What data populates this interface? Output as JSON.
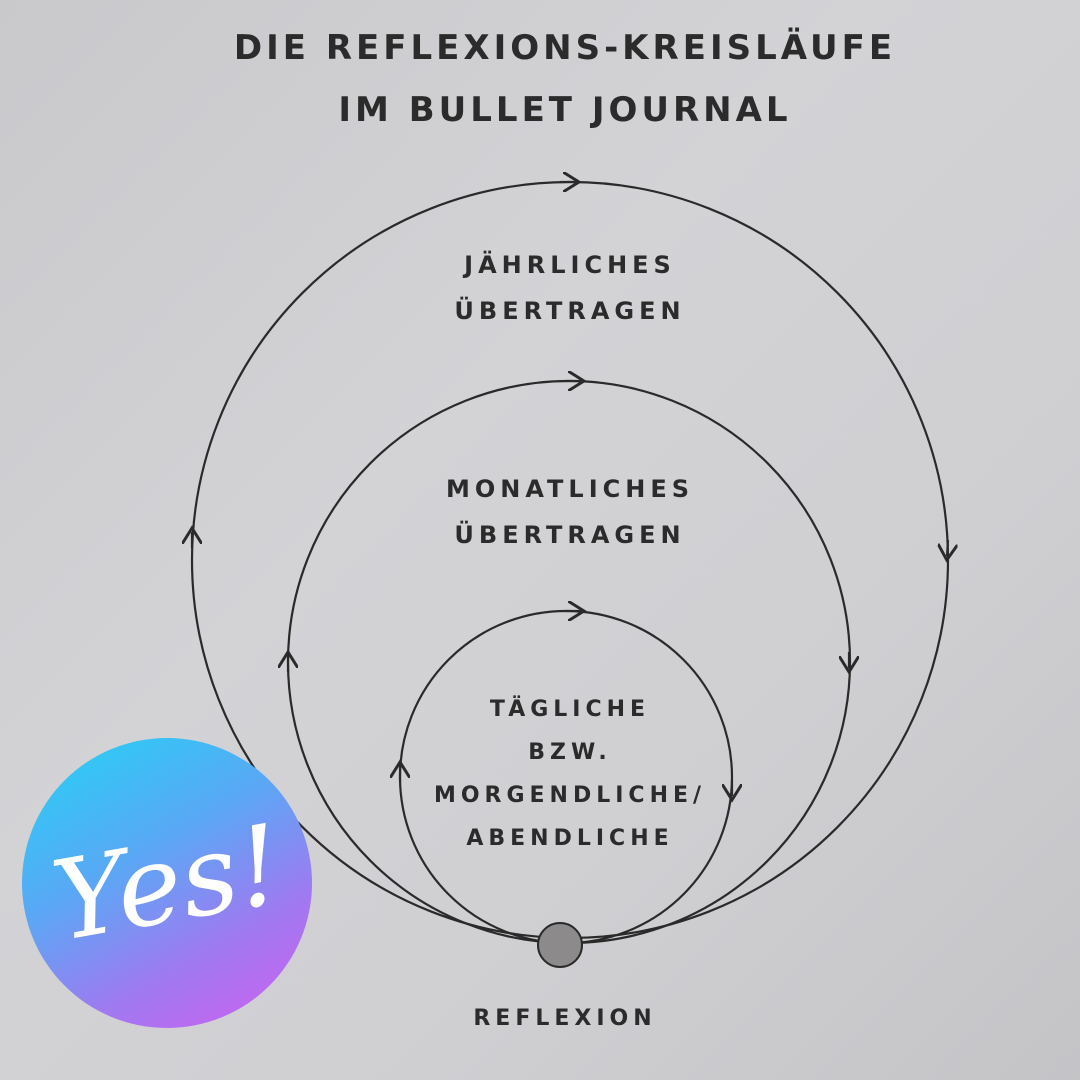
{
  "title": {
    "line1": "DIE REFLEXIONS-KREISLÄUFE",
    "line2": "IM BULLET JOURNAL"
  },
  "cycles": [
    {
      "label_lines": [
        "JÄHRLICHES",
        "ÜBERTRAGEN"
      ]
    },
    {
      "label_lines": [
        "MONATLICHES",
        "ÜBERTRAGEN"
      ]
    },
    {
      "label_lines": [
        "TÄGLICHE",
        "BZW.",
        "MORGENDLICHE/",
        "ABENDLICHE"
      ]
    }
  ],
  "center_node": {
    "label": "REFLEXION"
  },
  "logo": {
    "text": "Yes!"
  }
}
